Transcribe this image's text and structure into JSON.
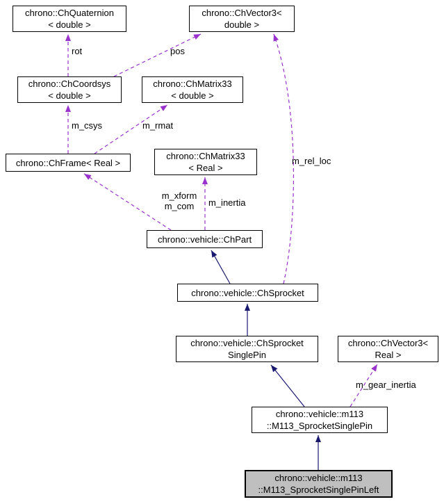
{
  "diagram": {
    "kind": "class-collaboration-graph",
    "colors": {
      "edge_dashed": "#9a32cd",
      "edge_solid": "#191970",
      "node_bg": "#ffffff",
      "node_border": "#000000",
      "highlight_bg": "#bfbfbf"
    },
    "nodes": {
      "chquaternion": {
        "line1": "chrono::ChQuaternion",
        "line2": "< double >"
      },
      "chvector3_double": {
        "line1": "chrono::ChVector3<",
        "line2": "double >"
      },
      "chcoordsys": {
        "line1": "chrono::ChCoordsys",
        "line2": "< double >"
      },
      "chmatrix33_double": {
        "line1": "chrono::ChMatrix33",
        "line2": "< double >"
      },
      "chframe": {
        "line1": "chrono::ChFrame< Real >"
      },
      "chmatrix33_real": {
        "line1": "chrono::ChMatrix33",
        "line2": "< Real >"
      },
      "chpart": {
        "line1": "chrono::vehicle::ChPart"
      },
      "chsprocket": {
        "line1": "chrono::vehicle::ChSprocket"
      },
      "chsprocketsinglepin": {
        "line1": "chrono::vehicle::ChSprocket",
        "line2": "SinglePin"
      },
      "chvector3_real": {
        "line1": "chrono::ChVector3<",
        "line2": "Real >"
      },
      "m113_sprocketsinglepin": {
        "line1": "chrono::vehicle::m113",
        "line2": "::M113_SprocketSinglePin"
      },
      "m113_sprocketsinglepinleft": {
        "line1": "chrono::vehicle::m113",
        "line2": "::M113_SprocketSinglePinLeft"
      }
    },
    "edge_labels": {
      "rot": "rot",
      "pos": "pos",
      "m_csys": "m_csys",
      "m_rmat": "m_rmat",
      "m_xform": "m_xform",
      "m_com": "m_com",
      "m_inertia": "m_inertia",
      "m_rel_loc": "m_rel_loc",
      "m_gear_inertia": "m_gear_inertia"
    }
  }
}
